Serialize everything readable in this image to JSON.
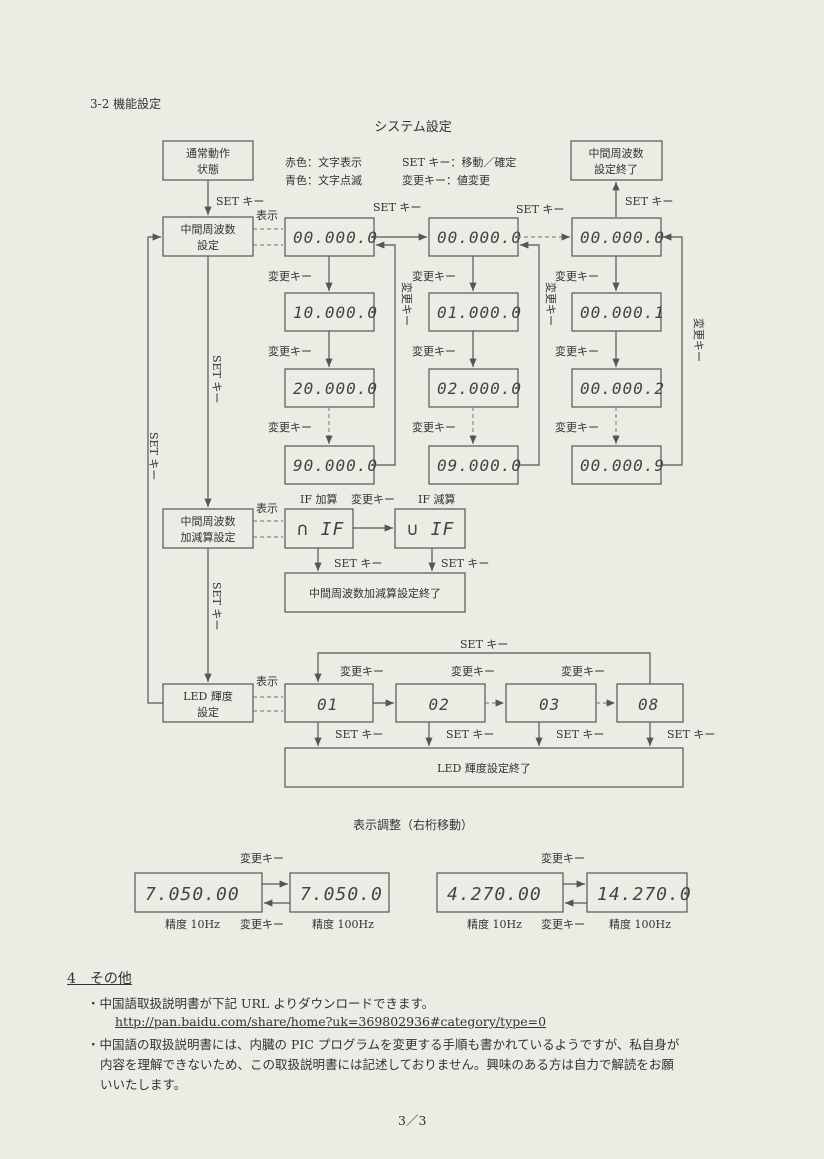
{
  "section_title": "3-2 機能設定",
  "diagram_title": "システム設定",
  "legend": {
    "red": "赤色：文字表示",
    "blue": "青色：文字点滅",
    "set": "SET キー：移動／確定",
    "change": "変更キー：値変更"
  },
  "states": {
    "normal": [
      "通常動作",
      "状態"
    ],
    "if_set": [
      "中間周波数",
      "設定"
    ],
    "if_end": [
      "中間周波数",
      "設定終了"
    ],
    "if_addsub": [
      "中間周波数",
      "加減算設定"
    ],
    "led": [
      "LED 輝度",
      "設定"
    ]
  },
  "keys": {
    "set": "SET キー",
    "change": "変更キー",
    "display": "表示"
  },
  "if_digits": [
    [
      "00.000.0",
      "10.000.0",
      "20.000.0",
      "90.000.0"
    ],
    [
      "00.000.0",
      "01.000.0",
      "02.000.0",
      "09.000.0"
    ],
    [
      "00.000.0",
      "00.000.1",
      "00.000.2",
      "00.000.9"
    ]
  ],
  "ifop": {
    "add_label": "IF 加算",
    "sub_label": "IF 減算",
    "add_disp": "∩ IF",
    "sub_disp": "∪ IF",
    "end": "中間周波数加減算設定終了"
  },
  "led_levels": [
    "01",
    "02",
    "03",
    "08"
  ],
  "led_end": "LED 輝度設定終了",
  "adjust": {
    "title": "表示調整（右桁移動）",
    "displays": [
      "7.050.00",
      "7.050.0",
      "4.270.00",
      "14.270.0"
    ],
    "precision": [
      "精度 10Hz",
      "精度 100Hz",
      "精度 10Hz",
      "精度 100Hz"
    ]
  },
  "other": {
    "heading": "4　その他",
    "b1": "・中国語取扱説明書が下記 URL よりダウンロードできます。",
    "url": "http://pan.baidu.com/share/home?uk=369802936#category/type=0",
    "b2a": "・中国語の取扱説明書には、内臓の PIC プログラムを変更する手順も書かれているようですが、私自身が",
    "b2b": "内容を理解できないため、この取扱説明書には記述しておりません。興味のある方は自力で解読をお願",
    "b2c": "いいたします。"
  },
  "page_num": "3／3"
}
